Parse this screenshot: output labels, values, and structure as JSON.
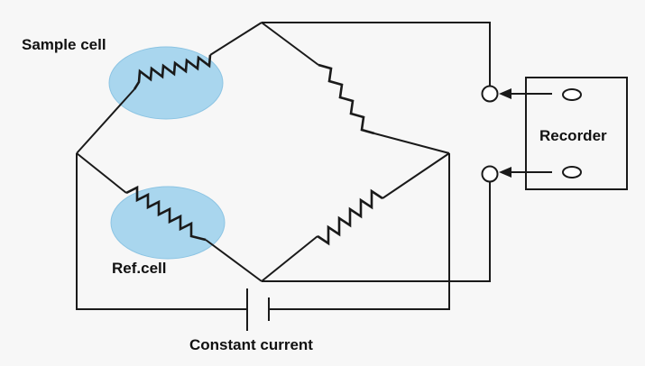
{
  "labels": {
    "sample_cell": "Sample cell",
    "ref_cell": "Ref.cell",
    "recorder": "Recorder",
    "constant_current": "Constant current"
  },
  "colors": {
    "cell_fill": "#a9d6ee",
    "wire": "#1a1a1a",
    "background": "#f7f7f7"
  }
}
